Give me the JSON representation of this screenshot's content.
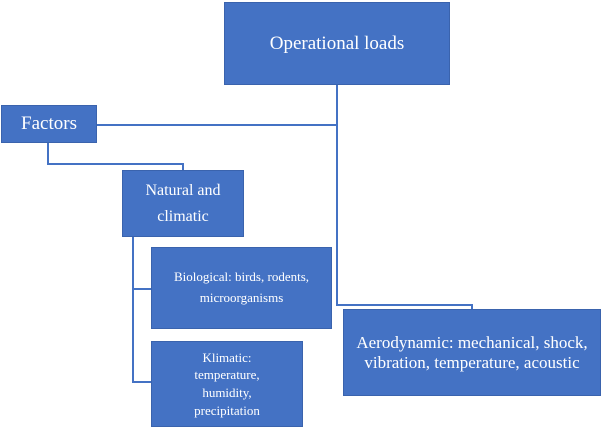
{
  "nodes": {
    "operational_loads": "Operational loads",
    "factors": "Factors",
    "natural_and_climatic": "Natural and climatic",
    "biological": "Biological: birds, rodents, microorganisms",
    "klimatic": "Klimatic: temperature, humidity, precipitation",
    "aerodynamic": "Aerodynamic: mechanical, shock, vibration, temperature, acoustic"
  },
  "colors": {
    "box_fill": "#4472c4",
    "connector": "#4472c4",
    "text": "#ffffff"
  }
}
